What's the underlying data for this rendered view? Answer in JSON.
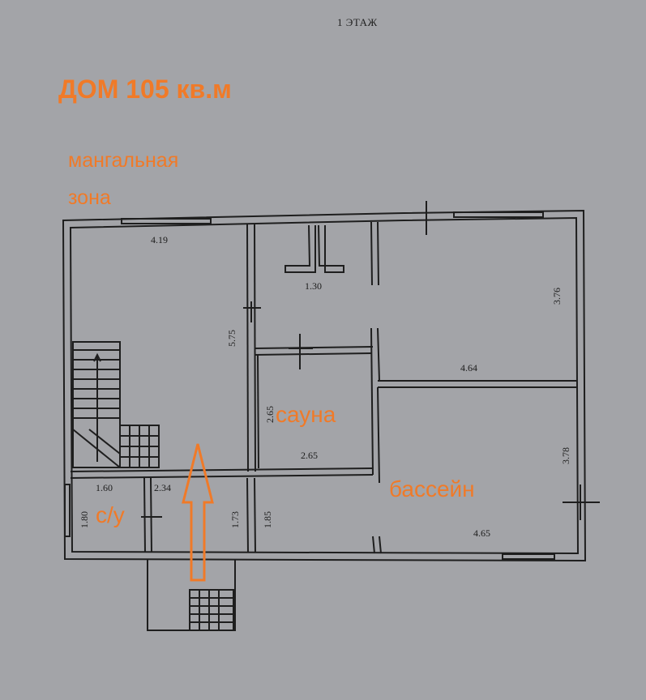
{
  "header": {
    "floor_title": "1 ЭТАЖ"
  },
  "annotations": {
    "house_title": "ДОМ 105 кв.м",
    "zone_line1": "мангальная",
    "zone_line2": "зона",
    "sauna": "сауна",
    "pool": "бассейн",
    "wc": "с/у"
  },
  "dimensions": {
    "left_room_width": "4.19",
    "left_room_depth": "5.75",
    "hall_width": "1.30",
    "top_right_depth": "3.76",
    "top_right_width": "4.64",
    "sauna_side": "2.65",
    "sauna_width": "2.65",
    "pool_depth": "3.78",
    "pool_width": "4.65",
    "wc_width": "1.60",
    "wc_depth": "1.80",
    "entry_width": "2.34",
    "entry_depth": "1.73",
    "lower_mid_depth": "1.85"
  },
  "colors": {
    "annotation": "#f07a28",
    "wall": "#1e1e1e",
    "paper": "#a3a4a8"
  }
}
